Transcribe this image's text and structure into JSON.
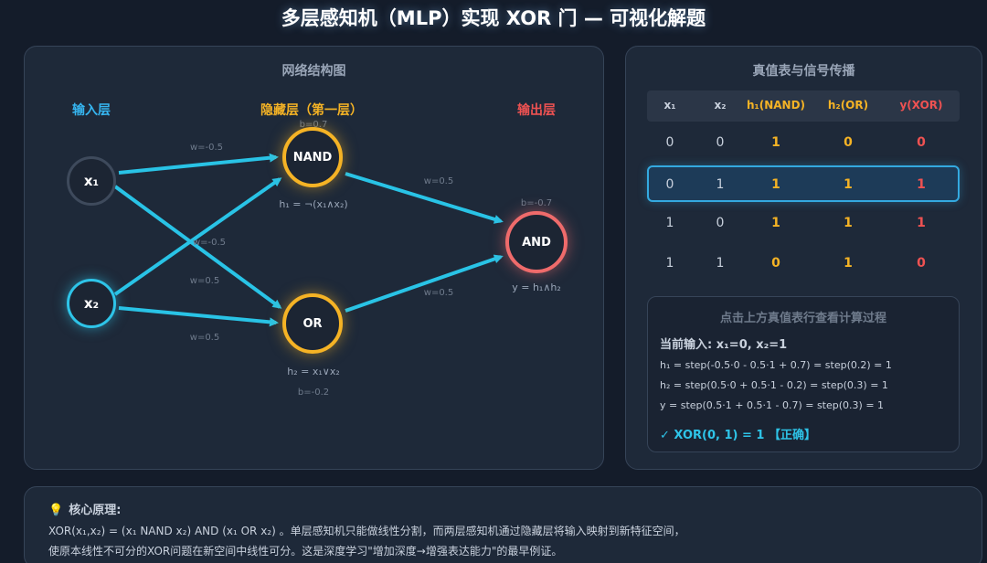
{
  "title": "多层感知机（MLP）实现 XOR 门 — 可视化解题",
  "network": {
    "panel_title": "网络结构图",
    "layers": {
      "input": "输入层",
      "hidden": "隐藏层（第一层）",
      "output": "输出层"
    },
    "nodes": {
      "x1": "x₁",
      "x2": "x₂",
      "nand": "NAND",
      "or": "OR",
      "and": "AND"
    },
    "weights": {
      "x1_nand": "w=-0.5",
      "x1_or": "w=0.5",
      "x2_nand": "w=-0.5",
      "x2_or": "w=0.5",
      "nand_and": "w=0.5",
      "or_and": "w=0.5"
    },
    "biases": {
      "nand": "b=0.7",
      "or": "b=-0.2",
      "and": "b=-0.7"
    },
    "formulas": {
      "nand": "h₁ = ¬(x₁∧x₂)",
      "or": "h₂ = x₁∨x₂",
      "and": "y = h₁∧h₂"
    },
    "colors": {
      "edge": "#29c3e6",
      "input_active": "#2ec4e8",
      "hidden": "#f5b325",
      "output": "#ef6b6b"
    }
  },
  "truth_table": {
    "panel_title": "真值表与信号传播",
    "headers": [
      "x₁",
      "x₂",
      "h₁(NAND)",
      "h₂(OR)",
      "y(XOR)"
    ],
    "rows": [
      [
        "0",
        "0",
        "1",
        "0",
        "0"
      ],
      [
        "0",
        "1",
        "1",
        "1",
        "1"
      ],
      [
        "1",
        "0",
        "1",
        "1",
        "1"
      ],
      [
        "1",
        "1",
        "0",
        "1",
        "0"
      ]
    ],
    "selected_row": 1
  },
  "calc": {
    "hint": "点击上方真值表行查看计算过程",
    "current_input": "当前输入: x₁=0, x₂=1",
    "lines": [
      "h₁ = step(-0.5·0 - 0.5·1 + 0.7) = step(0.2) = 1",
      "h₂ = step(0.5·0 + 0.5·1 - 0.2) = step(0.3) = 1",
      "y = step(0.5·1 + 0.5·1 - 0.7) = step(0.3) = 1"
    ],
    "result": "✓ XOR(0, 1) = 1 【正确】"
  },
  "principle": {
    "icon": "lightbulb-icon",
    "title": "核心原理:",
    "line1": "XOR(x₁,x₂) = (x₁ NAND x₂) AND (x₁ OR x₂) 。单层感知机只能做线性分割，而两层感知机通过隐藏层将输入映射到新特征空间，",
    "line2": "使原本线性不可分的XOR问题在新空间中线性可分。这是深度学习\"增加深度→增强表达能力\"的最早例证。"
  }
}
